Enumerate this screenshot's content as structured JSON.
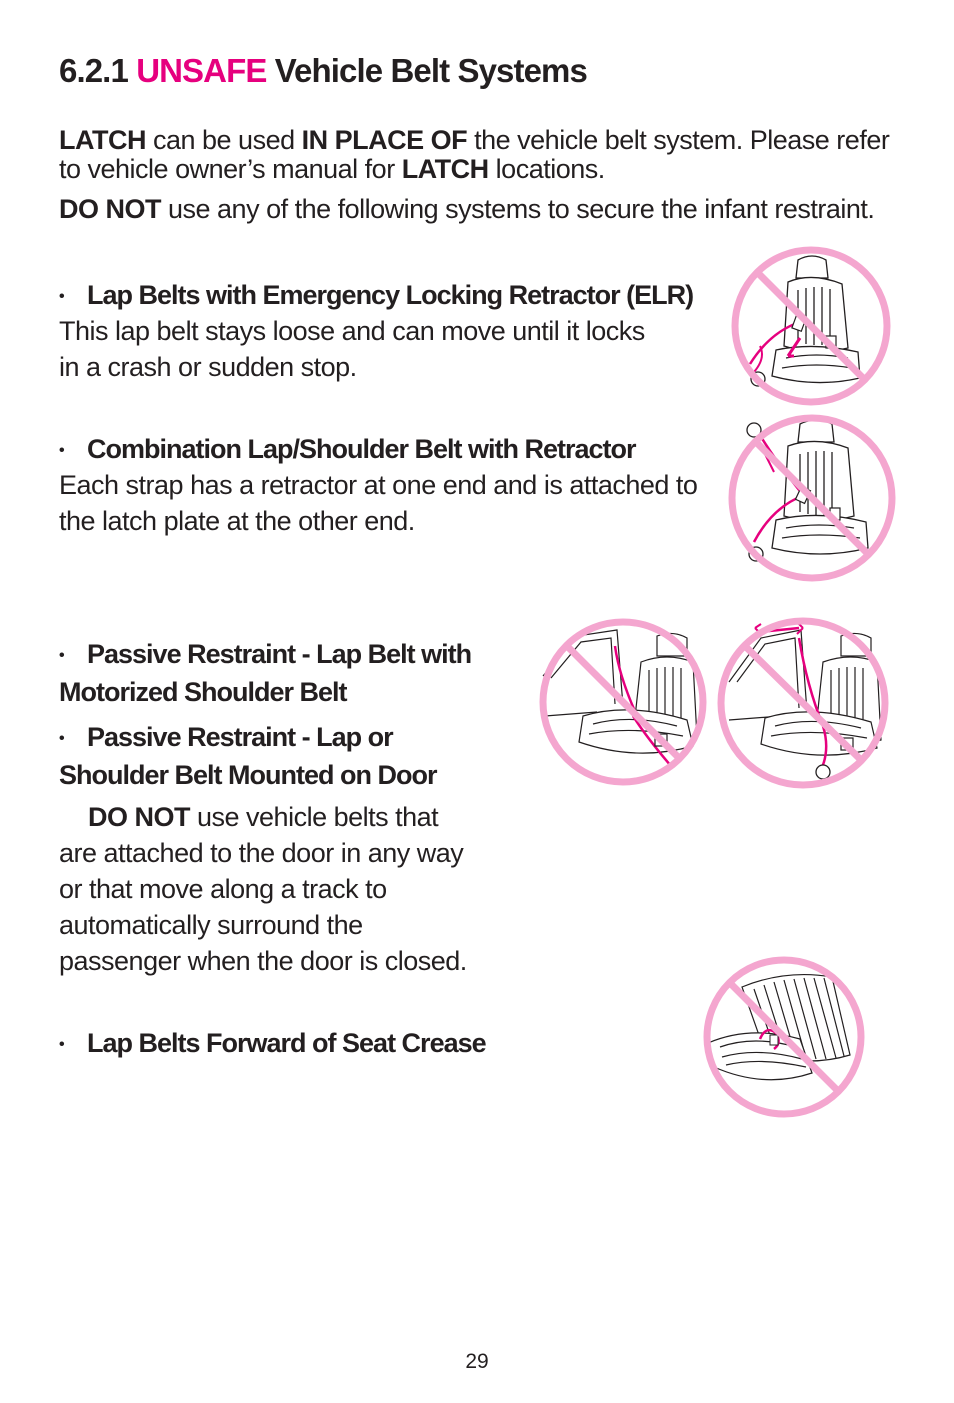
{
  "heading": {
    "number": "6.2.1",
    "unsafe_word": "UNSAFE",
    "rest": "Vehicle Belt Systems"
  },
  "intro": {
    "latch_1": "LATCH",
    "text_1": " can be used ",
    "in_place_of": "IN PLACE OF",
    "text_2": " the vehicle belt system. Please refer to vehicle owner’s manual for ",
    "latch_2": "LATCH",
    "text_3": " locations."
  },
  "warning": {
    "do_not": "DO NOT",
    "text": " use any of the following systems to secure the infant restraint."
  },
  "items": [
    {
      "bullet": "•",
      "title": "Lap Belts with Emergency Locking Retractor (ELR)",
      "line_1": "This lap belt stays loose and can move until it locks",
      "line_2": "in a crash or sudden stop."
    },
    {
      "bullet": "•",
      "title": "Combination Lap/Shoulder Belt with Retractor",
      "line_1": "Each strap has a retractor at one end and is attached to",
      "line_2": "the latch plate at the other end."
    },
    {
      "bullet": "•",
      "title_line_1": "Passive Restraint - Lap Belt with",
      "title_line_2": "Motorized Shoulder Belt"
    },
    {
      "bullet": "•",
      "title_line_1": "Passive Restraint - Lap or",
      "title_line_2": "Shoulder Belt Mounted on Door"
    },
    {
      "bullet": "•",
      "title": "Lap Belts Forward of Seat Crease"
    }
  ],
  "door_warning": {
    "do_not": "DO NOT",
    "line_1": " use vehicle belts that",
    "line_2": "are attached to the door in any way",
    "line_3": "or that move along a track to",
    "line_4": "automatically surround the",
    "line_5": "passenger when the door is closed."
  },
  "page_number": "29",
  "colors": {
    "accent_magenta": "#e6007e",
    "prohibition_pink": "#f4a6cf",
    "text": "#231f20"
  },
  "icons": [
    "no-elr-lap-belt-icon",
    "no-combination-belt-icon",
    "no-motorized-shoulder-belt-icon",
    "no-door-mounted-belt-icon",
    "no-lap-belt-forward-crease-icon"
  ]
}
